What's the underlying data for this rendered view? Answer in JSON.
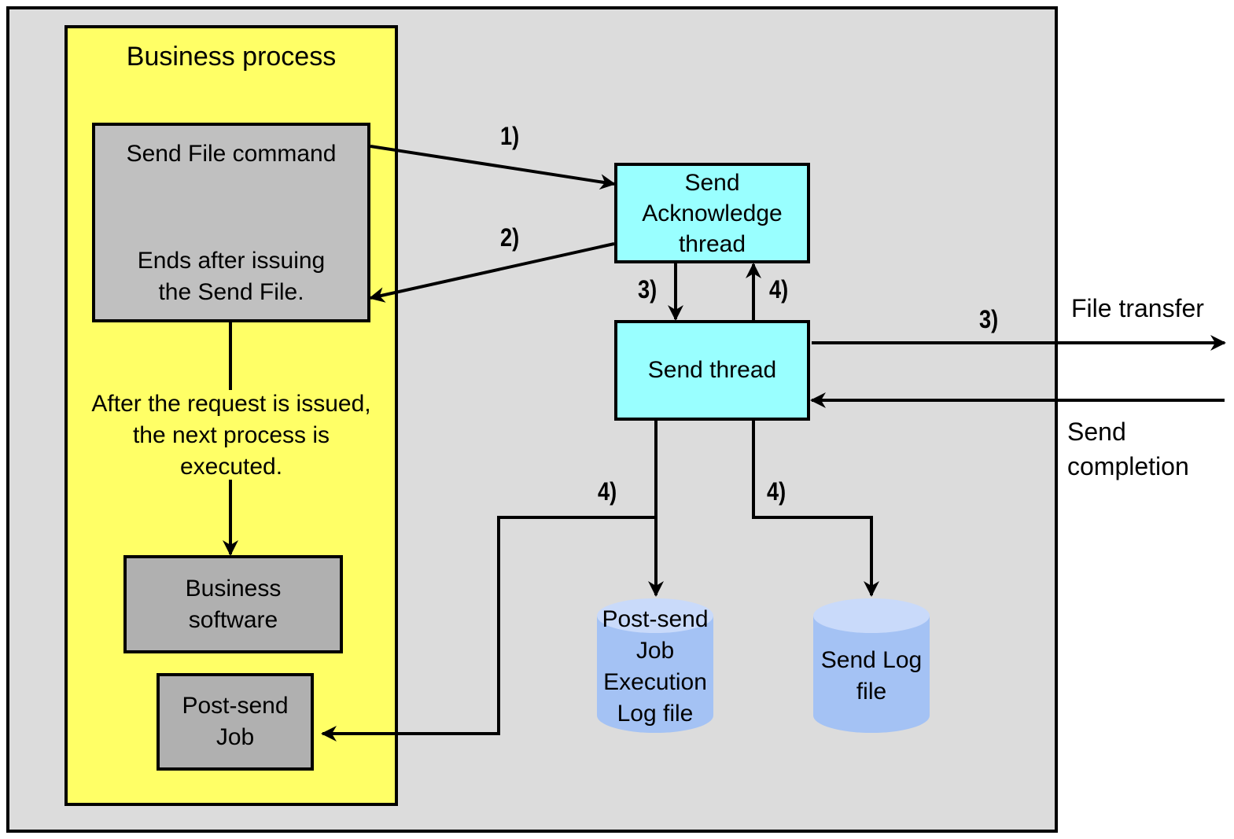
{
  "diagram": {
    "title": "Business process",
    "colors": {
      "outer_background": "#dcdcdc",
      "business_process_fill": "#ffff66",
      "command_box_fill": "#c0c0c0",
      "software_box_fill": "#b0b0b0",
      "thread_fill": "#99ffff",
      "cylinder_body": "#a4c2f4",
      "cylinder_top": "#c9dafa",
      "stroke": "#000000"
    },
    "nodes": {
      "send_file_command": {
        "title": "Send File command",
        "note_line1": "Ends after issuing",
        "note_line2": "the Send File."
      },
      "flow_note": {
        "line1": "After the request is issued,",
        "line2": "the next process is",
        "line3": "executed."
      },
      "business_software": {
        "line1": "Business",
        "line2": "software"
      },
      "post_send_job": {
        "line1": "Post-send",
        "line2": "Job"
      },
      "send_ack_thread": {
        "line1": "Send",
        "line2": "Acknowledge",
        "line3": "thread"
      },
      "send_thread": {
        "label": "Send thread"
      },
      "post_send_job_execution_log": {
        "line1": "Post-send",
        "line2": "Job",
        "line3": "Execution",
        "line4": "Log file"
      },
      "send_log_file": {
        "line1": "Send Log",
        "line2": "file"
      }
    },
    "step_labels": {
      "step1": "1)",
      "step2": "2)",
      "step3_down": "3)",
      "step4_up": "4)",
      "step3_transfer": "3)",
      "step4_left": "4)",
      "step4_right": "4)"
    },
    "external": {
      "file_transfer": "File transfer",
      "send_completion_line1": "Send",
      "send_completion_line2": "completion"
    }
  }
}
